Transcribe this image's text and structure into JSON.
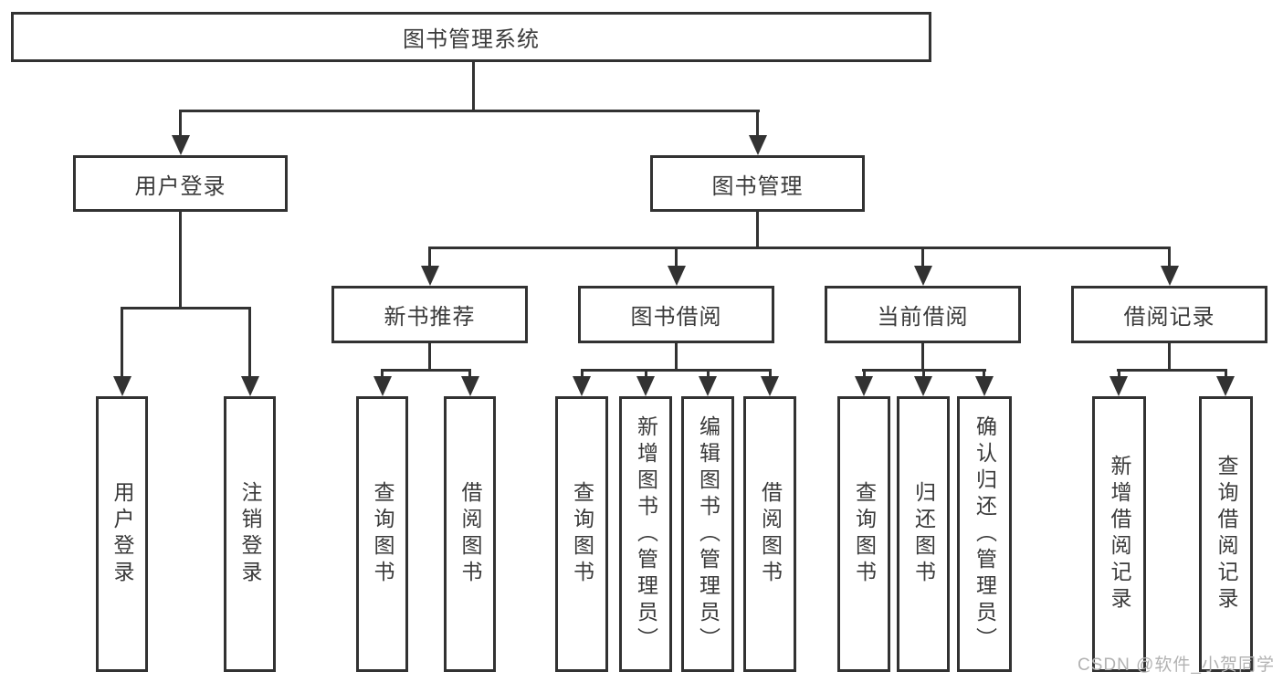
{
  "diagram": {
    "root": {
      "label": "图书管理系统"
    },
    "level2": [
      {
        "id": "user-login",
        "label": "用户登录"
      },
      {
        "id": "book-management",
        "label": "图书管理"
      }
    ],
    "level3": [
      {
        "id": "new-book-recommend",
        "label": "新书推荐"
      },
      {
        "id": "book-borrow",
        "label": "图书借阅"
      },
      {
        "id": "current-borrow",
        "label": "当前借阅"
      },
      {
        "id": "borrow-records",
        "label": "借阅记录"
      }
    ],
    "leaves": {
      "user_login": [
        "用户登录",
        "注销登录"
      ],
      "new_book_recommend": [
        "查询图书",
        "借阅图书"
      ],
      "book_borrow": [
        "查询图书",
        "新增图书（管理员）",
        "编辑图书（管理员）",
        "借阅图书"
      ],
      "current_borrow": [
        "查询图书",
        "归还图书",
        "确认归还（管理员）"
      ],
      "borrow_records": [
        "新增借阅记录",
        "查询借阅记录"
      ]
    }
  },
  "watermark": {
    "text": "CSDN @软件_小贺同学"
  },
  "colors": {
    "line": "#323232",
    "text": "#3a3a3a",
    "background": "#ffffff",
    "watermark": "#b2b2b2"
  }
}
